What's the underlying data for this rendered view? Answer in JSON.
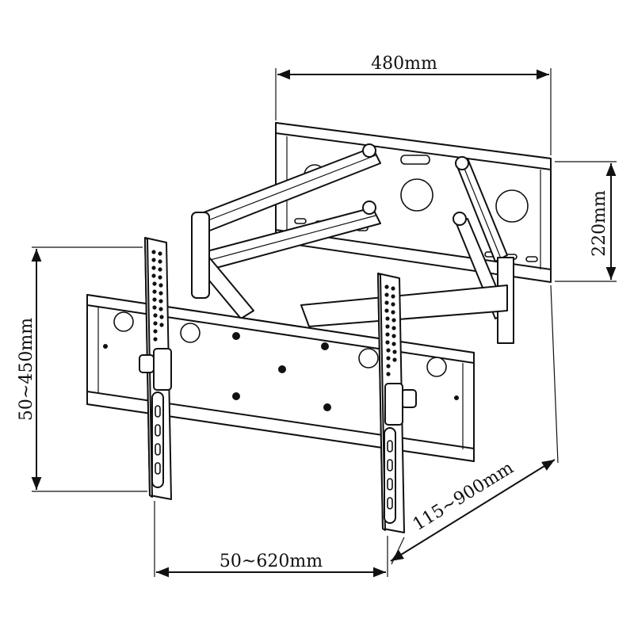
{
  "dimensions": {
    "top_width": "480mm",
    "right_height": "220mm",
    "left_height": "50~450mm",
    "bottom_width": "50~620mm",
    "extension": "115~900mm"
  },
  "colors": {
    "line": "#111111",
    "background": "#ffffff"
  }
}
